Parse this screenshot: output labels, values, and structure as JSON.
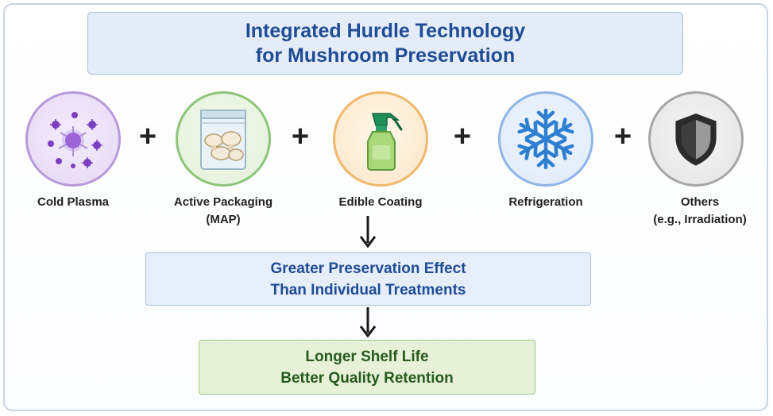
{
  "title": {
    "line1": "Integrated Hurdle Technology",
    "line2": "for Mushroom Preservation"
  },
  "treatments": [
    {
      "label_line1": "Cold Plasma",
      "label_line2": "",
      "icon": "plasma-particles-icon",
      "color": "#8e63c9"
    },
    {
      "label_line1": "Active Packaging",
      "label_line2": "(MAP)",
      "icon": "mushroom-bag-icon",
      "color": "#5a9a45"
    },
    {
      "label_line1": "Edible Coating",
      "label_line2": "",
      "icon": "spray-bottle-icon",
      "color": "#e8962f"
    },
    {
      "label_line1": "Refrigeration",
      "label_line2": "",
      "icon": "snowflake-icon",
      "color": "#2e7fd0"
    },
    {
      "label_line1": "Others",
      "label_line2": "(e.g., Irradiation)",
      "icon": "shield-icon",
      "color": "#333333"
    }
  ],
  "operator": "+",
  "result": {
    "line1": "Greater Preservation Effect",
    "line2": "Than Individual Treatments"
  },
  "outcome": {
    "line1": "Longer Shelf Life",
    "line2": "Better Quality Retention"
  }
}
